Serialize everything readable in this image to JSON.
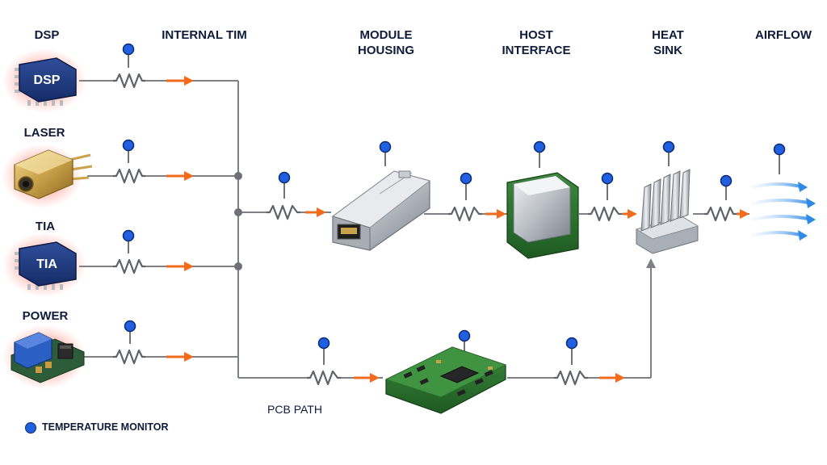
{
  "labels": {
    "dsp": "DSP",
    "laser": "LASER",
    "tia": "TIA",
    "power": "POWER",
    "internal_tim": "INTERNAL TIM",
    "module_housing_line1": "MODULE",
    "module_housing_line2": "HOUSING",
    "host_interface_line1": "HOST",
    "host_interface_line2": "INTERFACE",
    "heat_sink_line1": "HEAT",
    "heat_sink_line2": "SINK",
    "airflow": "AIRFLOW",
    "pcb_path": "PCB PATH"
  },
  "chip_marks": {
    "dsp": "DSP",
    "tia": "TIA"
  },
  "legend": {
    "temperature_monitor": "TEMPERATURE MONITOR"
  },
  "colors": {
    "wire": "#7d8085",
    "arrow": "#f26a1b",
    "sensor": "#1f5fe0",
    "text": "#0f1b3a",
    "hot_glow": "#ff5a4a"
  }
}
